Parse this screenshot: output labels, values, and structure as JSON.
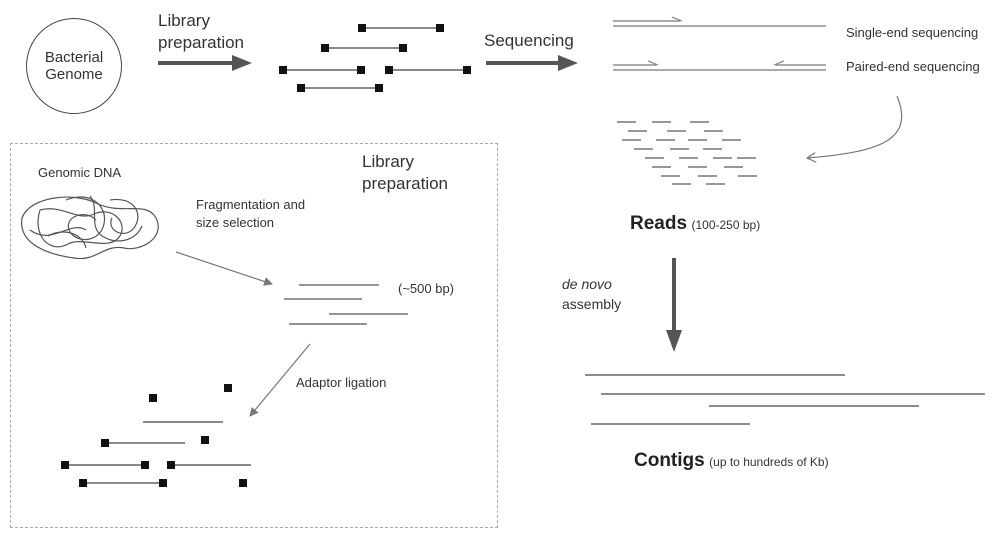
{
  "genome": {
    "line1": "Bacterial",
    "line2": "Genome"
  },
  "top_arrows": {
    "library_preparation_line1": "Library",
    "library_preparation_line2": "preparation",
    "sequencing": "Sequencing"
  },
  "sequencing_modes": {
    "single_end": "Single-end sequencing",
    "paired_end": "Paired-end sequencing"
  },
  "reads": {
    "label": "Reads",
    "size": "(100-250 bp)"
  },
  "assembly": {
    "line1": "de novo",
    "line2": "assembly"
  },
  "contigs": {
    "label": "Contigs",
    "size": "(up to hundreds of Kb)"
  },
  "inset": {
    "title_line1": "Library",
    "title_line2": "preparation",
    "genomic_dna": "Genomic DNA",
    "fragmentation_line1": "Fragmentation and",
    "fragmentation_line2": "size selection",
    "fragment_size": "(~500 bp)",
    "adaptor_ligation": "Adaptor ligation"
  }
}
